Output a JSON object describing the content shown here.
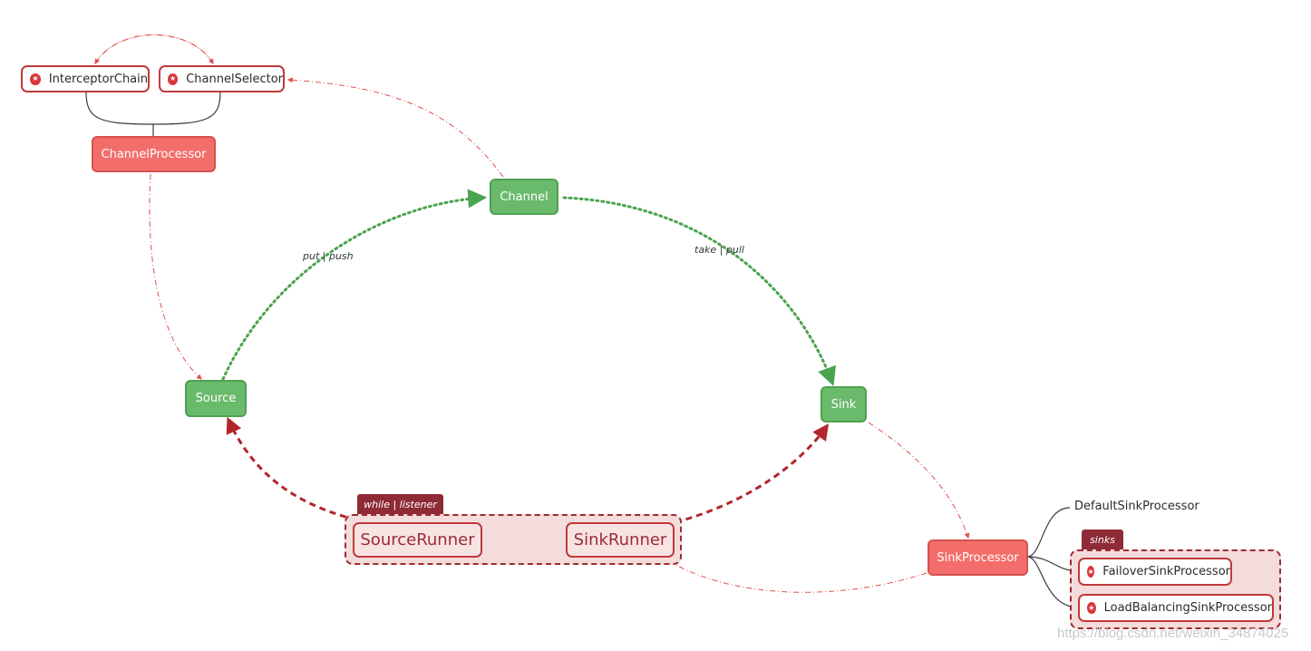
{
  "nodes": {
    "interceptor_chain": "InterceptorChain",
    "channel_selector": "ChannelSelector",
    "channel_processor": "ChannelProcessor",
    "channel": "Channel",
    "source": "Source",
    "sink": "Sink",
    "source_runner": "SourceRunner",
    "sink_runner": "SinkRunner",
    "sink_processor": "SinkProcessor",
    "default_sink_processor": "DefaultSinkProcessor",
    "failover_sink_processor": "FailoverSinkProcessor",
    "load_balancing_sink_processor": "LoadBalancingSinkProcessor"
  },
  "labels": {
    "put_push": "put | push",
    "take_pull": "take | pull",
    "while_listener": "while | listener",
    "sinks": "sinks"
  },
  "icons": {
    "node_badge": "star-badge-icon"
  },
  "colors": {
    "green_node": "#6aba6c",
    "red_node": "#f36e6a",
    "accent_red": "#c0393b",
    "dark_red": "#8f2a37",
    "group_fill": "#f5dcdc",
    "flow_green": "#4aa34e",
    "relation_red": "#e0504c"
  },
  "watermark": "https://blog.csdn.net/weixin_34874025"
}
